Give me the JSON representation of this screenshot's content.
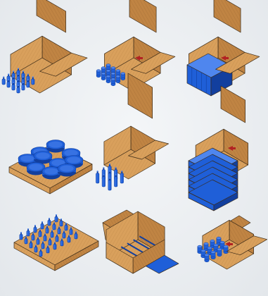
{
  "page": {
    "palette": {
      "cardboard": "#d9a05c",
      "cardboard_dark": "#c08443",
      "cardboard_light": "#e8b877",
      "product_blue": "#1f5fd8",
      "product_blue_dark": "#123f9e",
      "product_blue_light": "#4f86ee",
      "arrow_red": "#b22222",
      "outline": "#3a2a18",
      "background": "#e6eaee"
    },
    "illustrations": [
      {
        "name": "open-box-with-bottle-cluster",
        "icon": "open-box-bottles-icon"
      },
      {
        "name": "open-box-with-jar-cluster",
        "icon": "open-box-jars-icon"
      },
      {
        "name": "open-box-with-packed-cases",
        "icon": "open-box-cases-icon"
      },
      {
        "name": "tray-with-round-tins",
        "icon": "tray-tins-icon"
      },
      {
        "name": "open-box-with-tall-bottles",
        "icon": "open-box-tall-bottles-icon"
      },
      {
        "name": "open-box-with-stacked-trays",
        "icon": "open-box-trays-icon"
      },
      {
        "name": "tray-with-bottle-grid",
        "icon": "tray-bottles-icon"
      },
      {
        "name": "open-box-with-divider-insert",
        "icon": "open-box-dividers-icon"
      },
      {
        "name": "open-box-with-cans-lying",
        "icon": "open-box-cans-icon"
      }
    ]
  }
}
